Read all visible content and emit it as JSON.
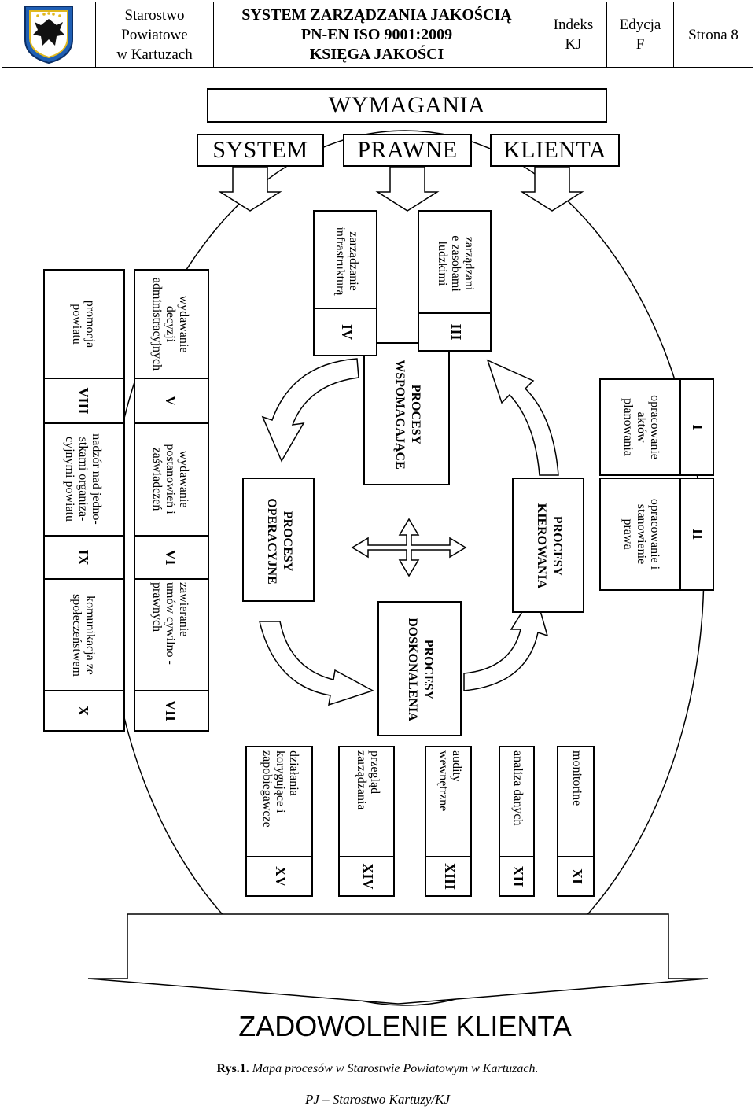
{
  "header": {
    "organization": [
      "Starostwo",
      "Powiatowe",
      "w Kartuzach"
    ],
    "title": [
      "SYSTEM ZARZĄDZANIA JAKOŚCIĄ",
      "PN-EN ISO 9001:2009",
      "KSIĘGA JAKOŚCI"
    ],
    "index_label": "Indeks",
    "index_value": "KJ",
    "edition_label": "Edycja",
    "edition_value": "F",
    "page_label": "Strona 8"
  },
  "requirements": {
    "title": "WYMAGANIA",
    "items": [
      "SYSTEM",
      "PRAWNE",
      "KLIENTA"
    ]
  },
  "process_groups": {
    "operational": [
      "PROCESY",
      "OPERACYJNE"
    ],
    "support": [
      "PROCESY",
      "WSPOMAGAJĄCE"
    ],
    "management": [
      "PROCESY",
      "KIEROWANIA"
    ],
    "improvement": [
      "PROCESY",
      "DOSKONALENIA"
    ]
  },
  "processes": {
    "p1": {
      "numeral": "I",
      "lines": [
        "opracowanie",
        "aktów",
        "planowania"
      ]
    },
    "p2": {
      "numeral": "II",
      "lines": [
        "opracowanie i",
        "stanowienie",
        "prawa"
      ]
    },
    "p3": {
      "numeral": "III",
      "lines": [
        "zarządzani",
        "e zasobami",
        "ludzkimi"
      ]
    },
    "p4": {
      "numeral": "IV",
      "lines": [
        "zarządzanie",
        "infrastrukturą"
      ]
    },
    "p5": {
      "numeral": "V",
      "lines": [
        "wydawanie",
        "decyzji",
        "administracyjnych"
      ]
    },
    "p6": {
      "numeral": "VI",
      "lines": [
        "wydawanie",
        "postanowień i",
        "zaświadczeń"
      ]
    },
    "p7": {
      "numeral": "VII",
      "lines": [
        "zawieranie",
        "umów cywilno -",
        "prawnych"
      ]
    },
    "p8": {
      "numeral": "VIII",
      "lines": [
        "promocja",
        "powiatu"
      ]
    },
    "p9": {
      "numeral": "IX",
      "lines": [
        "nadzór nad jedno-",
        "stkami organiza-",
        "cyjnymi powiatu"
      ]
    },
    "p10": {
      "numeral": "X",
      "lines": [
        "komunikacja ze",
        "społeczeństwem"
      ]
    },
    "p11": {
      "numeral": "XI",
      "lines": [
        "monitorinе"
      ]
    },
    "p12": {
      "numeral": "XII",
      "lines": [
        "analiza danych"
      ]
    },
    "p13": {
      "numeral": "XIII",
      "lines": [
        "audity",
        "wewnętrzne"
      ]
    },
    "p14": {
      "numeral": "XIV",
      "lines": [
        "przegląd",
        "zarządzania"
      ]
    },
    "p15": {
      "numeral": "XV",
      "lines": [
        "działania",
        "korygujące i",
        "zapobiegawcze"
      ]
    }
  },
  "result": "ZADOWOLENIE KLIENTA",
  "caption": {
    "prefix": "Rys.1.",
    "text": "Mapa procesów w Starostwie Powiatowym w Kartuzach."
  },
  "footer": "PJ – Starostwo Kartuzy/KJ",
  "colors": {
    "logo_blue": "#1f5fb4",
    "logo_gold": "#e0b81e",
    "line": "#000000"
  }
}
